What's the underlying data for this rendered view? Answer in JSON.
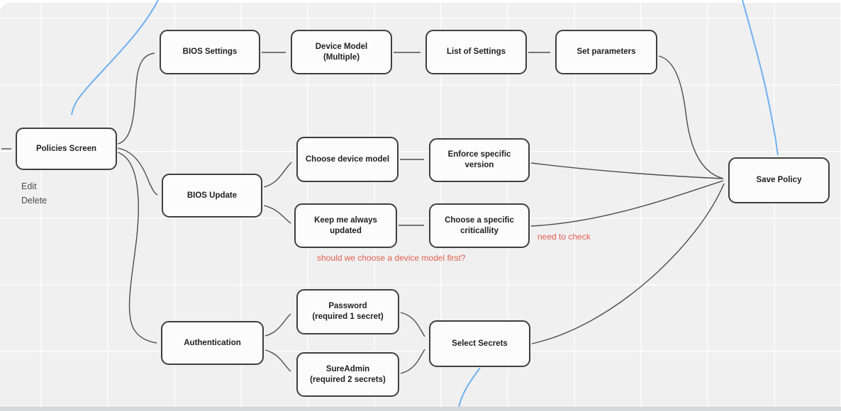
{
  "canvas": {
    "nodes": {
      "policies_screen": "Policies Screen",
      "bios_settings": "BIOS Settings",
      "device_model": "Device Model\n(Multiple)",
      "list_of_settings": "List of Settings",
      "set_parameters": "Set parameters",
      "bios_update": "BIOS Update",
      "choose_device_model": "Choose device model",
      "enforce_specific_version": "Enforce specific\nversion",
      "keep_me_always_updated": "Keep me always\nupdated",
      "choose_a_specific_criticallity": "Choose a specific\ncriticallity",
      "authentication": "Authentication",
      "password": "Password\n(required 1 secret)",
      "sureadmin": "SureAdmin\n(required 2 secrets)",
      "select_secrets": "Select Secrets",
      "save_policy": "Save Policy"
    },
    "annotations": {
      "edit": "Edit",
      "delete": "Delete",
      "need_to_check": "need to check",
      "device_model_question": "should we choose a device model first?"
    },
    "colors": {
      "annotation_red": "#e0604d",
      "flow_blue": "#6fb0f0",
      "connector_gray": "#4d4d4d",
      "node_border": "#3f3f3f",
      "canvas_bg": "#f0f0f1"
    }
  }
}
